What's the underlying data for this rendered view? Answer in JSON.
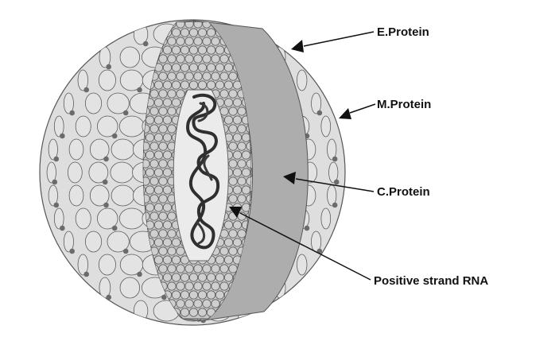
{
  "labels": {
    "e_protein": "E.Protein",
    "m_protein": "M.Protein",
    "c_protein": "C.Protein",
    "rna": "Positive strand RNA"
  },
  "colors": {
    "background": "#ffffff",
    "envelope_fill": "#dedede",
    "scale_fill": "#e3e3e3",
    "scale_stroke": "#5c5c5c",
    "knob": "#6b6b6b",
    "cut_face": "#a9a9a9",
    "capsid_bead": "#cfcfcf",
    "core": "#ebebeb",
    "rna_strand": "#2f2f2f",
    "label_text": "#111111"
  }
}
